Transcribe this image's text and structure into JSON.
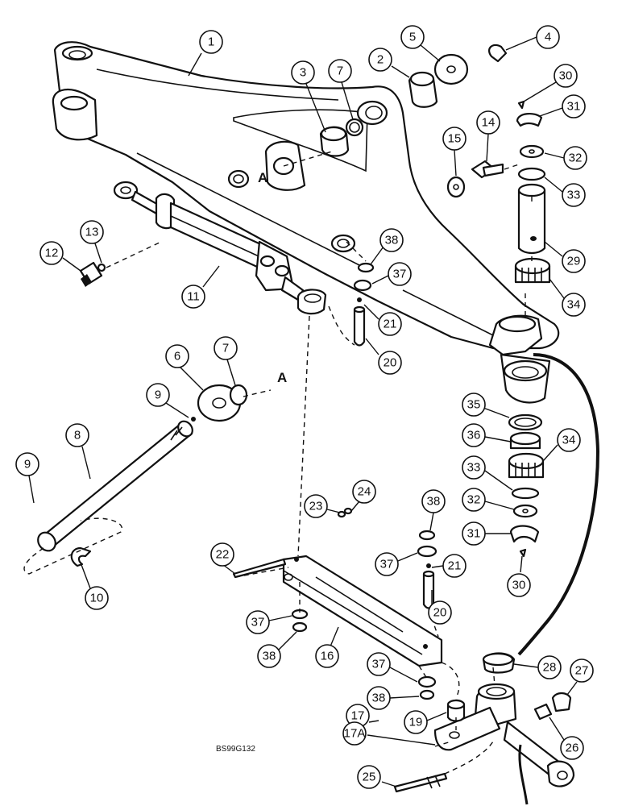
{
  "figure_code": "BS99G132",
  "ref_marks": [
    "A",
    "A"
  ],
  "callouts": [
    "1",
    "2",
    "3",
    "7",
    "5",
    "4",
    "30",
    "31",
    "14",
    "15",
    "32",
    "33",
    "29",
    "34",
    "13",
    "12",
    "11",
    "38",
    "37",
    "21",
    "20",
    "6",
    "7",
    "9",
    "8",
    "9",
    "35",
    "36",
    "34",
    "33",
    "32",
    "31",
    "30",
    "10",
    "24",
    "23",
    "38",
    "22",
    "37",
    "21",
    "20",
    "37",
    "38",
    "16",
    "28",
    "27",
    "37",
    "38",
    "19",
    "17",
    "17A",
    "26",
    "25"
  ]
}
